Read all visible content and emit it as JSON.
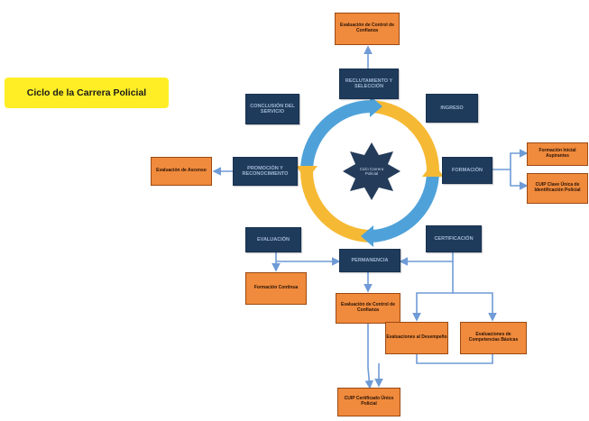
{
  "title": "Ciclo de la Carrera Policial",
  "center_label": "Ciclo Carrera Policial",
  "stages": {
    "reclutamiento": "RECLUTAMIENTO Y SELECCIÓN",
    "ingreso": "INGRESO",
    "formacion": "FORMACIÓN",
    "certificacion": "CERTIFICACIÓN",
    "permanencia": "PERMANENCIA",
    "evaluacion": "EVALUACIÓN",
    "promocion": "PROMOCIÓN Y RECONOCIMIENTO",
    "conclusion": "CONCLUSIÓN DEL SERVICIO"
  },
  "boxes": {
    "control_confianza_top": "Evaluación de Control de Confianza",
    "formacion_inicial": "Formación Inicial Aspirantes",
    "cuip_clave": "CUIP Clave Única de Identificación Policial",
    "evaluacion_ascenso": "Evaluación de Ascenso",
    "formacion_continua": "Formación Continua",
    "control_confianza_mid": "Evaluación de Control de Confianza",
    "evaluaciones_desempeno": "Evaluaciones al Desempeño",
    "competencias_basicas": "Evaluaciones de Competencias Básicas",
    "cuip_certificado": "CUIP Certificado Único Policial"
  },
  "colors": {
    "navy": "#1f3b5c",
    "orange": "#f08a3c",
    "yellow": "#ffee26",
    "connector": "#6f9bd6"
  }
}
